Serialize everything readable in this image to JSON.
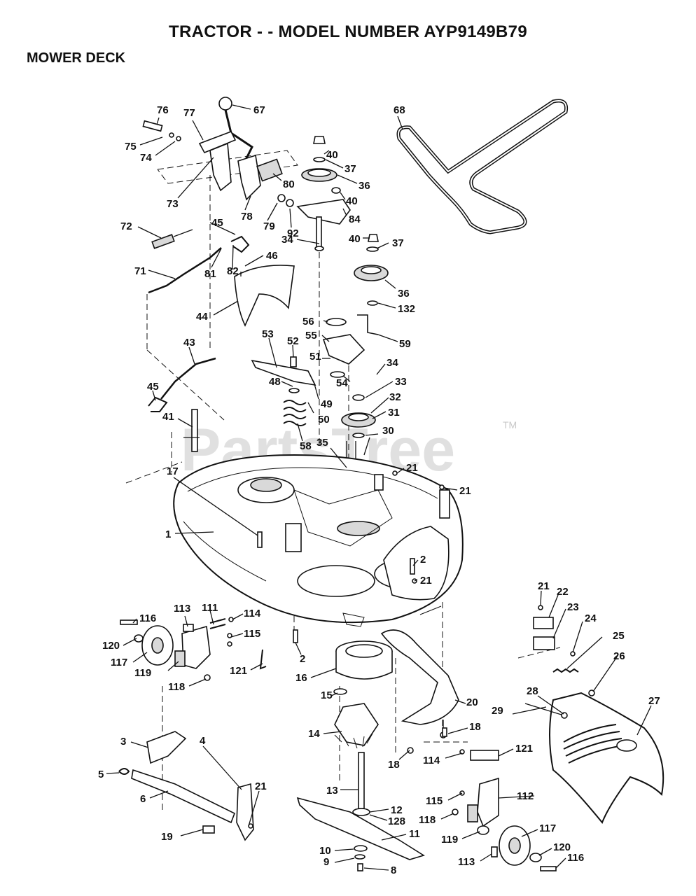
{
  "header": {
    "title": "TRACTOR - - MODEL NUMBER AYP9149B79",
    "section": "MOWER DECK"
  },
  "watermark": {
    "text": "PartsTree",
    "tm": "TM"
  },
  "callouts": [
    {
      "id": "c76",
      "text": "76"
    },
    {
      "id": "c77",
      "text": "77"
    },
    {
      "id": "c67",
      "text": "67"
    },
    {
      "id": "c68",
      "text": "68"
    },
    {
      "id": "c75",
      "text": "75"
    },
    {
      "id": "c74",
      "text": "74"
    },
    {
      "id": "c73",
      "text": "73"
    },
    {
      "id": "c80",
      "text": "80"
    },
    {
      "id": "c78",
      "text": "78"
    },
    {
      "id": "c79",
      "text": "79"
    },
    {
      "id": "c92",
      "text": "92"
    },
    {
      "id": "c40a",
      "text": "40"
    },
    {
      "id": "c37a",
      "text": "37"
    },
    {
      "id": "c36a",
      "text": "36"
    },
    {
      "id": "c40b",
      "text": "40"
    },
    {
      "id": "c84",
      "text": "84"
    },
    {
      "id": "c72",
      "text": "72"
    },
    {
      "id": "c45a",
      "text": "45"
    },
    {
      "id": "c34a",
      "text": "34"
    },
    {
      "id": "c40c",
      "text": "40"
    },
    {
      "id": "c37b",
      "text": "37"
    },
    {
      "id": "c46",
      "text": "46"
    },
    {
      "id": "c82",
      "text": "82"
    },
    {
      "id": "c81",
      "text": "81"
    },
    {
      "id": "c71",
      "text": "71"
    },
    {
      "id": "c36b",
      "text": "36"
    },
    {
      "id": "c132",
      "text": "132"
    },
    {
      "id": "c44",
      "text": "44"
    },
    {
      "id": "c56",
      "text": "56"
    },
    {
      "id": "c55",
      "text": "55"
    },
    {
      "id": "c59",
      "text": "59"
    },
    {
      "id": "c53",
      "text": "53"
    },
    {
      "id": "c52",
      "text": "52"
    },
    {
      "id": "c43",
      "text": "43"
    },
    {
      "id": "c51",
      "text": "51"
    },
    {
      "id": "c34b",
      "text": "34"
    },
    {
      "id": "c48",
      "text": "48"
    },
    {
      "id": "c54",
      "text": "54"
    },
    {
      "id": "c33",
      "text": "33"
    },
    {
      "id": "c49",
      "text": "49"
    },
    {
      "id": "c32",
      "text": "32"
    },
    {
      "id": "c45b",
      "text": "45"
    },
    {
      "id": "c50",
      "text": "50"
    },
    {
      "id": "c31",
      "text": "31"
    },
    {
      "id": "c41",
      "text": "41"
    },
    {
      "id": "c30",
      "text": "30"
    },
    {
      "id": "c58",
      "text": "58"
    },
    {
      "id": "c35",
      "text": "35"
    },
    {
      "id": "c17",
      "text": "17"
    },
    {
      "id": "c21a",
      "text": "21"
    },
    {
      "id": "c21b",
      "text": "21"
    },
    {
      "id": "c1",
      "text": "1"
    },
    {
      "id": "c2a",
      "text": "2"
    },
    {
      "id": "c21c",
      "text": "21"
    },
    {
      "id": "c21d",
      "text": "21"
    },
    {
      "id": "c22",
      "text": "22"
    },
    {
      "id": "c23",
      "text": "23"
    },
    {
      "id": "c24",
      "text": "24"
    },
    {
      "id": "c25",
      "text": "25"
    },
    {
      "id": "c113a",
      "text": "113"
    },
    {
      "id": "c111",
      "text": "111"
    },
    {
      "id": "c114a",
      "text": "114"
    },
    {
      "id": "c116a",
      "text": "116"
    },
    {
      "id": "c115a",
      "text": "115"
    },
    {
      "id": "c120a",
      "text": "120"
    },
    {
      "id": "c2b",
      "text": "2"
    },
    {
      "id": "c26",
      "text": "26"
    },
    {
      "id": "c117a",
      "text": "117"
    },
    {
      "id": "c119a",
      "text": "119"
    },
    {
      "id": "c121a",
      "text": "121"
    },
    {
      "id": "c16",
      "text": "16"
    },
    {
      "id": "c118a",
      "text": "118"
    },
    {
      "id": "c27",
      "text": "27"
    },
    {
      "id": "c28",
      "text": "28"
    },
    {
      "id": "c15",
      "text": "15"
    },
    {
      "id": "c20",
      "text": "20"
    },
    {
      "id": "c29",
      "text": "29"
    },
    {
      "id": "c14",
      "text": "14"
    },
    {
      "id": "c18a",
      "text": "18"
    },
    {
      "id": "c3",
      "text": "3"
    },
    {
      "id": "c4",
      "text": "4"
    },
    {
      "id": "c18b",
      "text": "18"
    },
    {
      "id": "c114b",
      "text": "114"
    },
    {
      "id": "c121b",
      "text": "121"
    },
    {
      "id": "c5",
      "text": "5"
    },
    {
      "id": "c21e",
      "text": "21"
    },
    {
      "id": "c13",
      "text": "13"
    },
    {
      "id": "c6",
      "text": "6"
    },
    {
      "id": "c115b",
      "text": "115"
    },
    {
      "id": "c112",
      "text": "112"
    },
    {
      "id": "c12",
      "text": "12"
    },
    {
      "id": "c128",
      "text": "128"
    },
    {
      "id": "c118b",
      "text": "118"
    },
    {
      "id": "c117b",
      "text": "117"
    },
    {
      "id": "c19",
      "text": "19"
    },
    {
      "id": "c11",
      "text": "11"
    },
    {
      "id": "c119b",
      "text": "119"
    },
    {
      "id": "c10",
      "text": "10"
    },
    {
      "id": "c120b",
      "text": "120"
    },
    {
      "id": "c9",
      "text": "9"
    },
    {
      "id": "c113b",
      "text": "113"
    },
    {
      "id": "c116b",
      "text": "116"
    },
    {
      "id": "c8",
      "text": "8"
    }
  ]
}
